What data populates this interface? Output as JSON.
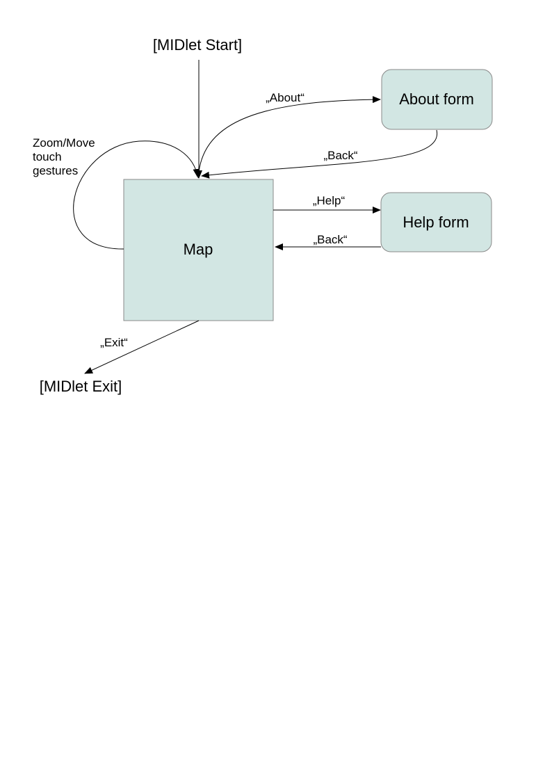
{
  "diagram": {
    "nodes": {
      "start": "[MIDlet Start]",
      "map": "Map",
      "about": "About form",
      "help": "Help form",
      "exit": "[MIDlet Exit]"
    },
    "edges": {
      "about": "„About“",
      "back_from_about": "„Back“",
      "help": "„Help“",
      "back_from_help": "„Back“",
      "exit": "„Exit“"
    },
    "self_loop": [
      "Zoom/Move",
      "touch",
      "gestures"
    ],
    "colors": {
      "node_fill": "#d2e6e3",
      "node_stroke": "#8a8a8a",
      "edge": "#000000"
    }
  }
}
